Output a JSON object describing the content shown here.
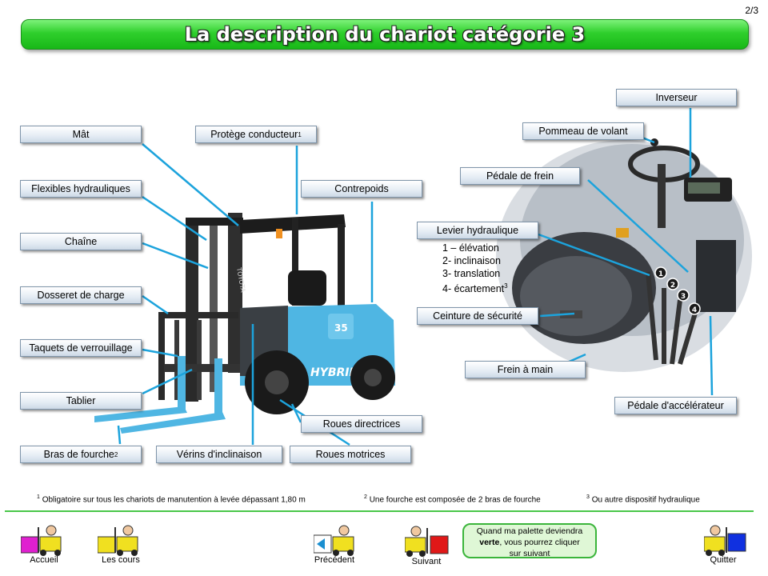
{
  "page_indicator": "2/3",
  "title": "La description du chariot catégorie 3",
  "labels": {
    "mat": "Mât",
    "protege": "Protège conducteur",
    "protege_sup": "1",
    "flexibles": "Flexibles hydrauliques",
    "contrepoids": "Contrepoids",
    "chaine": "Chaîne",
    "dosseret": "Dosseret de charge",
    "taquets": "Taquets de verrouillage",
    "tablier": "Tablier",
    "bras": "Bras de fourche",
    "bras_sup": "2",
    "verins": "Vérins d'inclinaison",
    "roues_motrices": "Roues motrices",
    "roues_directrices": "Roues directrices",
    "inverseur": "Inverseur",
    "pommeau": "Pommeau de volant",
    "pedale_frein": "Pédale de frein",
    "levier": "Levier hydraulique",
    "ceinture": "Ceinture de sécurité",
    "frein_main": "Frein à main",
    "pedale_accel": "Pédale d'accélérateur"
  },
  "hydraulic_list": {
    "item1": "1 – élévation",
    "item2": "2- inclinaison",
    "item3": "3- translation",
    "item4": "4- écartement",
    "item4_sup": "3"
  },
  "lever_numbers": [
    "1",
    "2",
    "3",
    "4"
  ],
  "truck_text": {
    "brand": "TOYOTA",
    "model": "35",
    "badge": "HYBRID"
  },
  "footnotes": {
    "n1_mark": "1",
    "n1": "Obligatoire sur tous les chariots de manutention à levée dépassant 1,80 m",
    "n2_mark": "2",
    "n2": "Une fourche est composée de 2 bras de fourche",
    "n3_mark": "3",
    "n3": "Ou autre dispositif hydraulique"
  },
  "nav": {
    "accueil": "Accueil",
    "cours": "Les cours",
    "precedent": "Précédent",
    "suivant": "Suivant",
    "quitter": "Quitter"
  },
  "bubble": {
    "line1": "Quand ma palette deviendra",
    "bold": "verte",
    "line2": ", vous pourrez cliquer",
    "line3": "sur suivant"
  },
  "colors": {
    "title_green": "#2fcf2c",
    "truck_blue": "#4fb6e3",
    "arrow_blue": "#1ca3dc",
    "home_magenta": "#e020d0",
    "courses_yellow": "#f0e020",
    "next_red": "#e01818",
    "quit_blue": "#1030e0"
  }
}
